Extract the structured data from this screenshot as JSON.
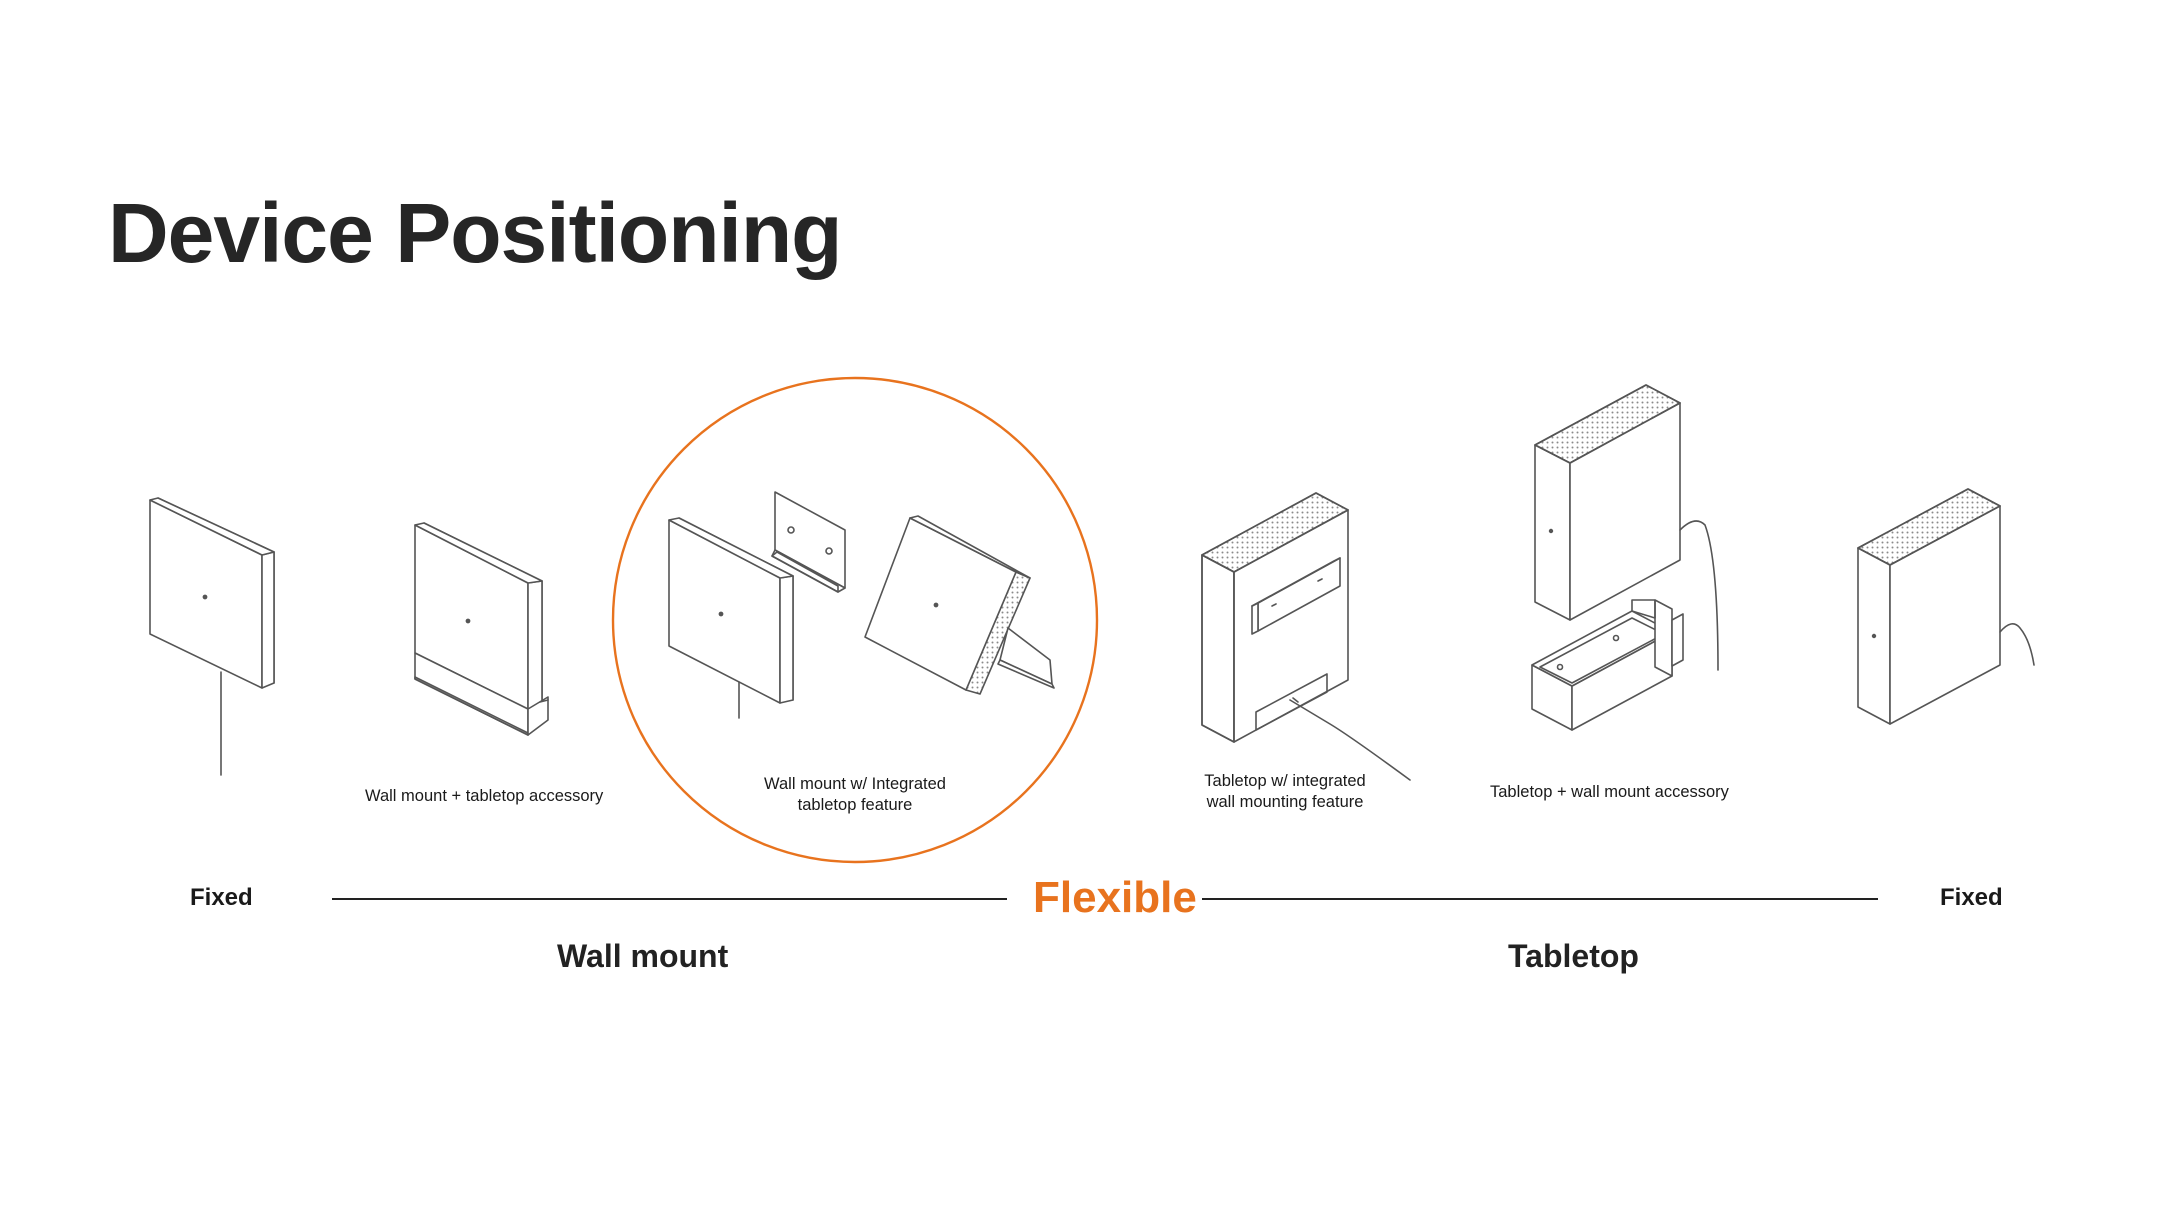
{
  "title": "Device Positioning",
  "colors": {
    "accent": "#e8731e",
    "text": "#222222",
    "line": "#222222",
    "drawing": "#555555"
  },
  "illustrations": [
    {
      "id": "wall-fixed",
      "caption": ""
    },
    {
      "id": "wall-tabletop-accessory",
      "caption": "Wall mount + tabletop accessory"
    },
    {
      "id": "wall-integrated-tabletop",
      "caption": [
        "Wall mount w/ Integrated",
        "tabletop feature"
      ],
      "highlighted": true
    },
    {
      "id": "tabletop-integrated-wall",
      "caption": [
        "Tabletop w/ integrated",
        "wall mounting feature"
      ]
    },
    {
      "id": "tabletop-wall-accessory",
      "caption": "Tabletop + wall mount accessory"
    },
    {
      "id": "tabletop-fixed",
      "caption": ""
    }
  ],
  "scale": {
    "left_end": "Fixed",
    "center": "Flexible",
    "right_end": "Fixed"
  },
  "groups": {
    "left": "Wall mount",
    "right": "Tabletop"
  }
}
